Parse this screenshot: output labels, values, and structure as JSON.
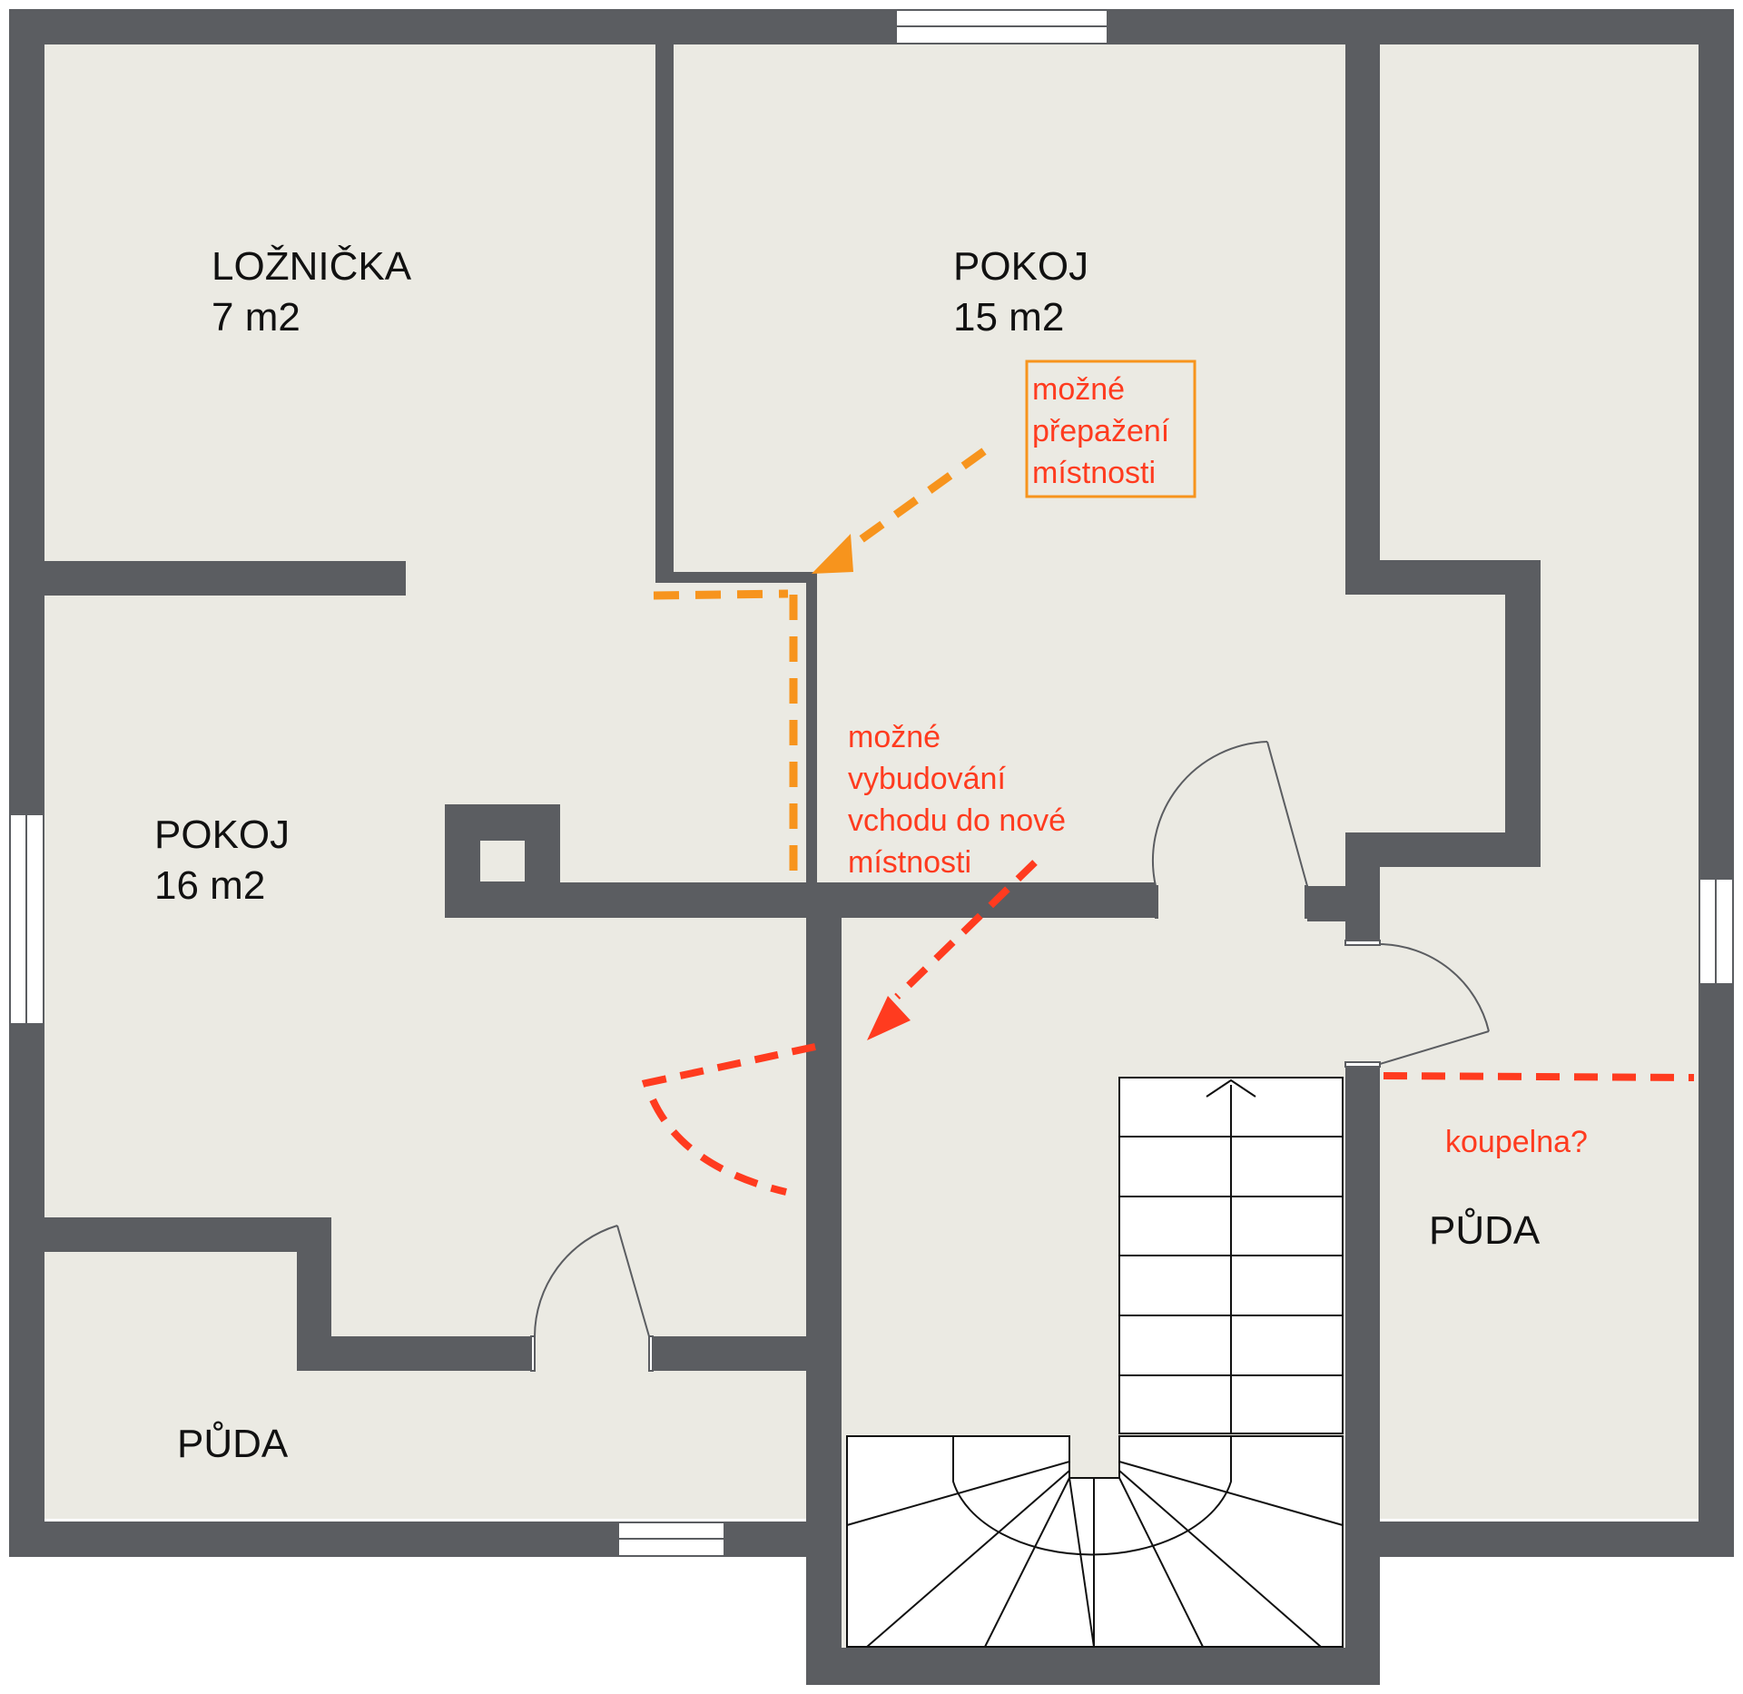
{
  "colors": {
    "wall": "#5b5d61",
    "floor": "#ebeae3",
    "background": "#ffffff",
    "note_orange": "#f7941d",
    "note_red": "#ff3b1f",
    "door_line": "#5b5d61",
    "stairs_line": "#111111"
  },
  "rooms": {
    "loznicka": {
      "name": "LOŽNIČKA",
      "area": "7 m2"
    },
    "pokoj_15": {
      "name": "POKOJ",
      "area": "15 m2"
    },
    "pokoj_16": {
      "name": "POKOJ",
      "area": "16 m2"
    },
    "puda_left": {
      "name": "PŮDA"
    },
    "puda_right": {
      "name": "PŮDA"
    }
  },
  "notes": {
    "partition": {
      "lines": [
        "možné",
        "přepažení",
        "místnosti"
      ],
      "color": "orange"
    },
    "entrance": {
      "lines": [
        "možné",
        "vybudování",
        "vchodu do nové",
        "místnosti"
      ],
      "color": "red"
    },
    "bathroom": {
      "text": "koupelna?",
      "color": "red"
    }
  },
  "icons": {
    "stairs": "stairs-icon",
    "door": "door-swing-icon",
    "window": "window-icon",
    "chimney": "chimney-icon",
    "arrow": "dashed-arrow-icon"
  }
}
